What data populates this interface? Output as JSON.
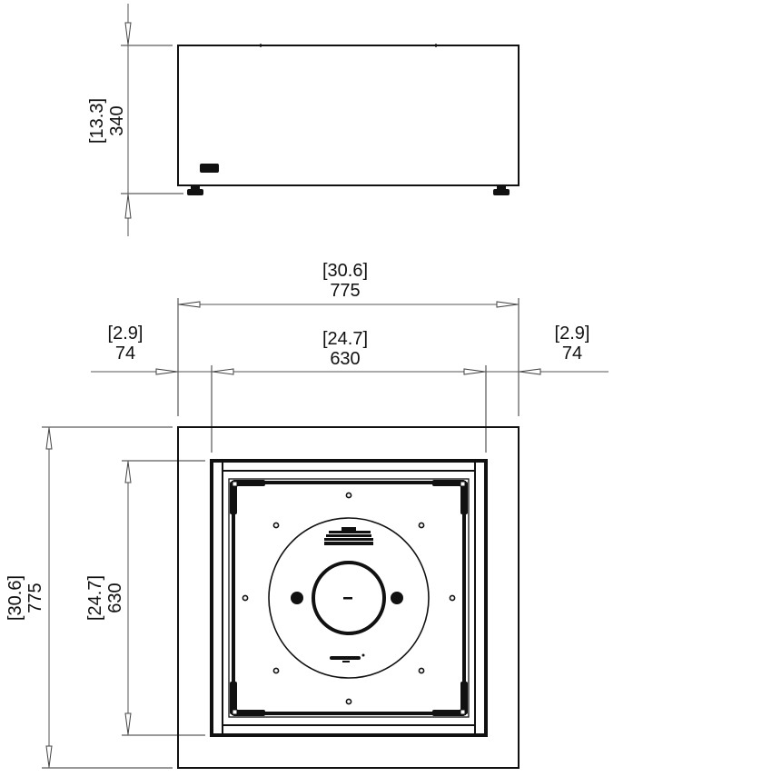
{
  "drawing": {
    "title": "Fire pit dimension drawing",
    "units_primary": "mm",
    "units_secondary": "in",
    "colors": {
      "line": "#111111",
      "dimension_line": "#555555",
      "background": "#ffffff"
    }
  },
  "side_view": {
    "height": {
      "inches": "[13.3]",
      "mm": "340"
    }
  },
  "top_view": {
    "overall_width": {
      "inches": "[30.6]",
      "mm": "775"
    },
    "inner_width": {
      "inches": "[24.7]",
      "mm": "630"
    },
    "left_margin": {
      "inches": "[2.9]",
      "mm": "74"
    },
    "right_margin": {
      "inches": "[2.9]",
      "mm": "74"
    },
    "overall_depth": {
      "inches": "[30.6]",
      "mm": "775"
    },
    "inner_depth": {
      "inches": "[24.7]",
      "mm": "630"
    }
  }
}
